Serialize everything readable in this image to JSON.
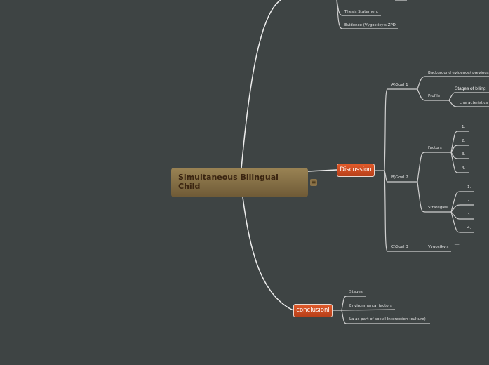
{
  "central": {
    "title": "Simultaneous Bilingual Child",
    "note_icon": "note-icon"
  },
  "intro": {
    "items": [
      "Thesis Statement",
      "Evidence (Vygosticy's ZPD"
    ]
  },
  "discussion": {
    "label": "Discussion",
    "goal1": {
      "label": "A)Goal 1",
      "background": "Background evidence/ previous",
      "profile": "Profile",
      "stages": "Stages of biling",
      "characteristics": "characteristics"
    },
    "goal2": {
      "label": "B)Goal 2",
      "factors": "Factors",
      "factor_items": [
        "1.",
        "2.",
        "3.",
        "4."
      ],
      "strategies": "Strategies",
      "strategy_items": [
        "1.",
        "2.",
        "3.",
        "4."
      ]
    },
    "goal3": {
      "label": "C)Goal 3",
      "vygotsky": "Vygostky's",
      "note_icon": "☰"
    }
  },
  "conclusion": {
    "label": "conclusionl",
    "items": [
      "Stages",
      "Environmental factors",
      "La as part of social Interaction (culture)"
    ]
  },
  "colors": {
    "background": "#3e4444",
    "central": "#8a7248",
    "main_topic": "#d04a20",
    "line": "#d8d8d8"
  }
}
